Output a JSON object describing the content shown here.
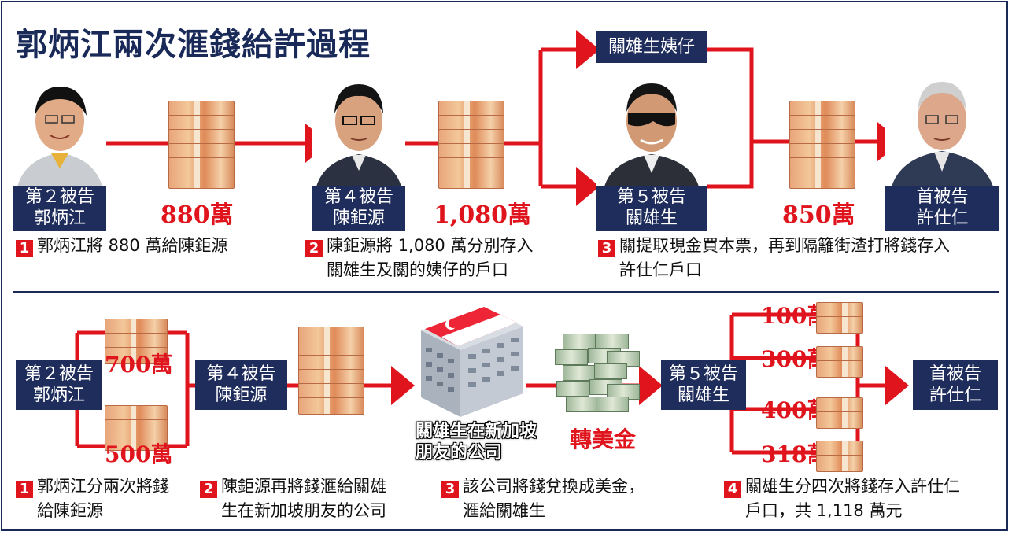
{
  "title": "郭炳江兩次滙錢給許過程",
  "top": {
    "persons": {
      "kwok": {
        "line1": "第２被告",
        "line2": "郭炳江"
      },
      "chan": {
        "line1": "第４被告",
        "line2": "陳鉅源"
      },
      "kwan": {
        "line1": "第５被告",
        "line2": "關雄生"
      },
      "hui": {
        "line1": "首被告",
        "line2": "許仕仁"
      }
    },
    "sister_label": "關雄生姨仔",
    "amounts": [
      "880萬",
      "1,080萬",
      "850萬"
    ],
    "steps": [
      {
        "num": "1",
        "line1": "郭炳江將 880 萬給陳鉅源",
        "line2": ""
      },
      {
        "num": "2",
        "line1": "陳鉅源將 1,080 萬分別存入",
        "line2": "關雄生及關的姨仔的戶口"
      },
      {
        "num": "3",
        "line1": "關提取現金買本票，再到隔籬街渣打將錢存入",
        "line2": "許仕仁戶口"
      }
    ]
  },
  "bottom": {
    "persons": {
      "kwok": {
        "line1": "第２被告",
        "line2": "郭炳江"
      },
      "chan": {
        "line1": "第４被告",
        "line2": "陳鉅源"
      },
      "kwan": {
        "line1": "第５被告",
        "line2": "關雄生"
      },
      "hui": {
        "line1": "首被告",
        "line2": "許仕仁"
      }
    },
    "split_amounts": [
      "700萬",
      "500萬"
    ],
    "building_label_line1": "關雄生在新加坡",
    "building_label_line2": "朋友的公司",
    "convert_label": "轉美金",
    "deposit_amounts": [
      "100萬",
      "300萬",
      "400萬",
      "318萬"
    ],
    "steps": [
      {
        "num": "1",
        "line1": "郭炳江分兩次將錢",
        "line2": "給陳鉅源"
      },
      {
        "num": "2",
        "line1": "陳鉅源再將錢滙給關雄",
        "line2": "生在新加坡朋友的公司"
      },
      {
        "num": "3",
        "line1": "該公司將錢兌換成美金，",
        "line2": "滙給關雄生"
      },
      {
        "num": "4",
        "line1": "關雄生分四次將錢存入許仕仁",
        "line2": "戶口，共 1,118 萬元"
      }
    ]
  },
  "colors": {
    "navy": "#1f2d5c",
    "red": "#e0141c",
    "title_blue": "#1a2a58"
  },
  "icons": [
    "cash-bundle-icon",
    "us-dollar-bundle-icon",
    "office-building-icon",
    "singapore-flag-icon"
  ]
}
